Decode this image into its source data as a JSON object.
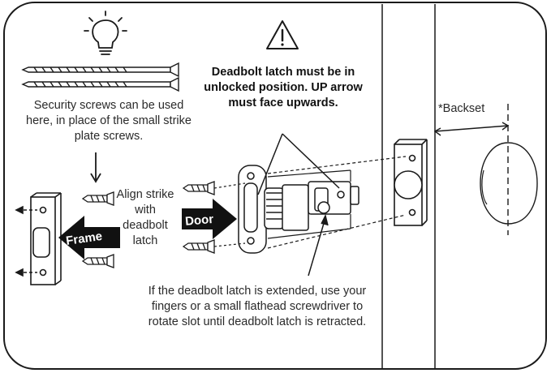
{
  "icons": {
    "tip": "lightbulb-icon",
    "warning": "warning-triangle-icon"
  },
  "warning_text": "Deadbolt latch must be in unlocked position. UP arrow must face upwards.",
  "security_screws_note": "Security screws can be used here, in place of the small strike plate screws.",
  "align_note": "Align strike with deadbolt latch",
  "extended_latch_note": "If the deadbolt latch is extended, use your fingers or a small flathead screwdriver to rotate slot until deadbolt latch is retracted.",
  "labels": {
    "frame": "Frame",
    "door": "Door",
    "backset": "*Backset"
  },
  "colors": {
    "line": "#1a1a1a",
    "arrow_fill": "#111111",
    "background": "#ffffff"
  }
}
